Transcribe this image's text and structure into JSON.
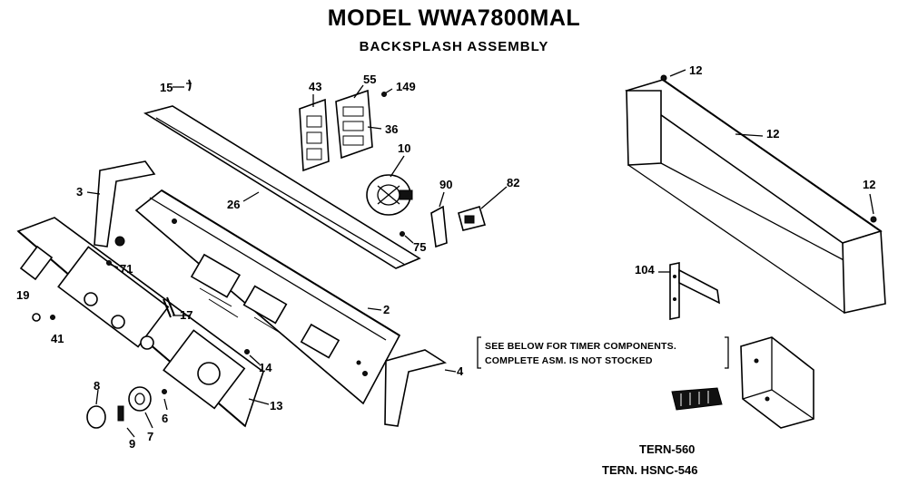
{
  "header": {
    "title": "MODEL WWA7800MAL",
    "subtitle": "BACKSPLASH ASSEMBLY"
  },
  "callouts": {
    "p15": "15",
    "p43": "43",
    "p55": "55",
    "p149": "149",
    "p36": "36",
    "p10": "10",
    "p12a": "12",
    "p12b": "12",
    "p12c": "12",
    "p26": "26",
    "p3": "3",
    "p90": "90",
    "p82": "82",
    "p75": "75",
    "p71": "71",
    "p104": "104",
    "p19": "19",
    "p17": "17",
    "p41": "41",
    "p2": "2",
    "p4": "4",
    "p14": "14",
    "p8": "8",
    "p6": "6",
    "p13": "13",
    "p9": "9",
    "p7": "7"
  },
  "timer_note": {
    "line1": "SEE BELOW FOR TIMER COMPONENTS.",
    "line2": "COMPLETE ASM. IS NOT STOCKED"
  },
  "timer_parts": {
    "term1": "TERN-560",
    "term2": "TERN. HSNC-546"
  }
}
